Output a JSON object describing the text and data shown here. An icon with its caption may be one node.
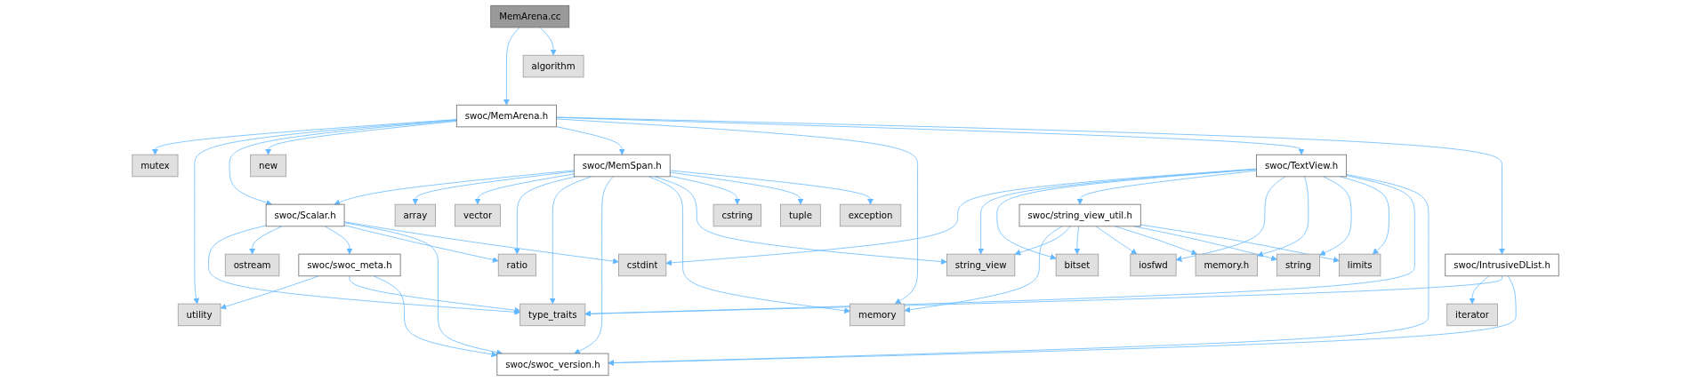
{
  "diagram": {
    "nodes": [
      {
        "text": [
          "MemArena.cc"
        ]
      },
      {
        "text": [
          "swoc/MemArena.h"
        ]
      },
      {
        "text": [
          "algorithm"
        ]
      },
      {
        "text": [
          "mutex"
        ]
      },
      {
        "text": [
          "new"
        ]
      },
      {
        "text": [
          "swoc/MemSpan.h"
        ]
      },
      {
        "text": [
          "swoc/TextView.h"
        ]
      },
      {
        "text": [
          "swoc/IntrusiveDList.h"
        ]
      },
      {
        "text": [
          "swoc/Scalar.h"
        ]
      },
      {
        "text": [
          "array"
        ]
      },
      {
        "text": [
          "vector"
        ]
      },
      {
        "text": [
          "cstring"
        ]
      },
      {
        "text": [
          "tuple"
        ]
      },
      {
        "text": [
          "exception"
        ]
      },
      {
        "text": [
          "swoc/string_view_util.h"
        ]
      },
      {
        "text": [
          "ostream"
        ]
      },
      {
        "text": [
          "swoc/swoc_meta.h"
        ]
      },
      {
        "text": [
          "ratio"
        ]
      },
      {
        "text": [
          "cstdint"
        ]
      },
      {
        "text": [
          "memory"
        ]
      },
      {
        "text": [
          "string_view"
        ]
      },
      {
        "text": [
          "bitset"
        ]
      },
      {
        "text": [
          "iosfwd"
        ]
      },
      {
        "text": [
          "memory.h"
        ]
      },
      {
        "text": [
          "string"
        ]
      },
      {
        "text": [
          "limits"
        ]
      },
      {
        "text": [
          "iterator"
        ]
      },
      {
        "text": [
          "utility"
        ]
      },
      {
        "text": [
          "type_traits"
        ]
      },
      {
        "text": [
          "swoc/swoc_version.h"
        ]
      }
    ],
    "edges": [
      {
        "from": 0,
        "to": 1,
        "arrow": "to"
      },
      {
        "from": 0,
        "to": 2,
        "arrow": "to"
      },
      {
        "from": 1,
        "to": 3,
        "arrow": "to"
      },
      {
        "from": 1,
        "to": 27,
        "arrow": "to"
      },
      {
        "from": 1,
        "to": 8,
        "arrow": "to"
      },
      {
        "from": 1,
        "to": 4,
        "arrow": "to"
      },
      {
        "from": 1,
        "to": 5,
        "arrow": "to"
      },
      {
        "from": 1,
        "to": 19,
        "arrow": "to"
      },
      {
        "from": 1,
        "to": 6,
        "arrow": "to"
      },
      {
        "from": 1,
        "to": 7,
        "arrow": "to"
      },
      {
        "from": 5,
        "to": 8,
        "arrow": "to"
      },
      {
        "from": 5,
        "to": 9,
        "arrow": "to"
      },
      {
        "from": 5,
        "to": 10,
        "arrow": "to"
      },
      {
        "from": 5,
        "to": 17,
        "arrow": "to"
      },
      {
        "from": 5,
        "to": 28,
        "arrow": "to"
      },
      {
        "from": 5,
        "to": 29,
        "arrow": "to"
      },
      {
        "from": 5,
        "to": 19,
        "arrow": "to"
      },
      {
        "from": 5,
        "to": 20,
        "arrow": "to"
      },
      {
        "from": 5,
        "to": 11,
        "arrow": "to"
      },
      {
        "from": 5,
        "to": 12,
        "arrow": "to"
      },
      {
        "from": 5,
        "to": 13,
        "arrow": "to"
      },
      {
        "from": 8,
        "to": 28,
        "arrow": "to"
      },
      {
        "from": 8,
        "to": 15,
        "arrow": "to"
      },
      {
        "from": 8,
        "to": 16,
        "arrow": "to"
      },
      {
        "from": 8,
        "to": 17,
        "arrow": "to"
      },
      {
        "from": 8,
        "to": 29,
        "arrow": "to"
      },
      {
        "from": 8,
        "to": 18,
        "arrow": "to"
      },
      {
        "from": 16,
        "to": 27,
        "arrow": "to"
      },
      {
        "from": 16,
        "to": 28,
        "arrow": "to"
      },
      {
        "from": 16,
        "to": 29,
        "arrow": "to"
      },
      {
        "from": 6,
        "to": 18,
        "arrow": "to"
      },
      {
        "from": 6,
        "to": 20,
        "arrow": "to"
      },
      {
        "from": 6,
        "to": 21,
        "arrow": "to"
      },
      {
        "from": 6,
        "to": 14,
        "arrow": "to"
      },
      {
        "from": 6,
        "to": 22,
        "arrow": "to"
      },
      {
        "from": 6,
        "to": 23,
        "arrow": "to"
      },
      {
        "from": 6,
        "to": 24,
        "arrow": "to"
      },
      {
        "from": 6,
        "to": 25,
        "arrow": "to"
      },
      {
        "from": 6,
        "to": 28,
        "arrow": "to"
      },
      {
        "from": 6,
        "to": 29,
        "arrow": "to"
      },
      {
        "from": 14,
        "to": 19,
        "arrow": "to"
      },
      {
        "from": 14,
        "to": 20,
        "arrow": "to"
      },
      {
        "from": 14,
        "to": 21,
        "arrow": "to"
      },
      {
        "from": 14,
        "to": 22,
        "arrow": "to"
      },
      {
        "from": 14,
        "to": 23,
        "arrow": "to"
      },
      {
        "from": 14,
        "to": 24,
        "arrow": "to"
      },
      {
        "from": 14,
        "to": 25,
        "arrow": "to"
      },
      {
        "from": 7,
        "to": 26,
        "arrow": "to"
      },
      {
        "from": 7,
        "to": 28,
        "arrow": "to"
      },
      {
        "from": 7,
        "to": 29,
        "arrow": "to"
      }
    ]
  }
}
